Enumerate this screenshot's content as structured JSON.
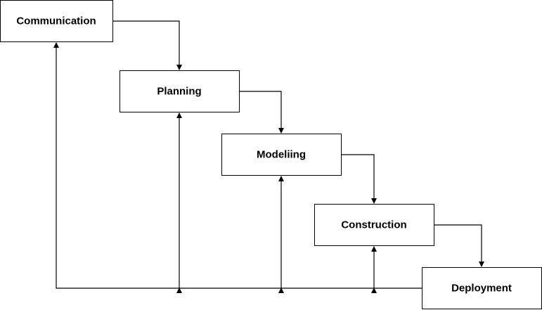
{
  "diagram": {
    "nodes": [
      {
        "id": "communication",
        "label": "Communication"
      },
      {
        "id": "planning",
        "label": "Planning"
      },
      {
        "id": "modeling",
        "label": "Modeliing"
      },
      {
        "id": "construction",
        "label": "Construction"
      },
      {
        "id": "deployment",
        "label": "Deployment"
      }
    ],
    "edges": [
      {
        "from": "communication",
        "to": "planning",
        "direction": "forward"
      },
      {
        "from": "planning",
        "to": "modeling",
        "direction": "forward"
      },
      {
        "from": "modeling",
        "to": "construction",
        "direction": "forward"
      },
      {
        "from": "construction",
        "to": "deployment",
        "direction": "forward"
      },
      {
        "from": "deployment",
        "to": "communication",
        "direction": "feedback"
      },
      {
        "from": "deployment",
        "to": "planning",
        "direction": "feedback"
      },
      {
        "from": "deployment",
        "to": "modeling",
        "direction": "feedback"
      },
      {
        "from": "deployment",
        "to": "construction",
        "direction": "feedback"
      }
    ]
  }
}
